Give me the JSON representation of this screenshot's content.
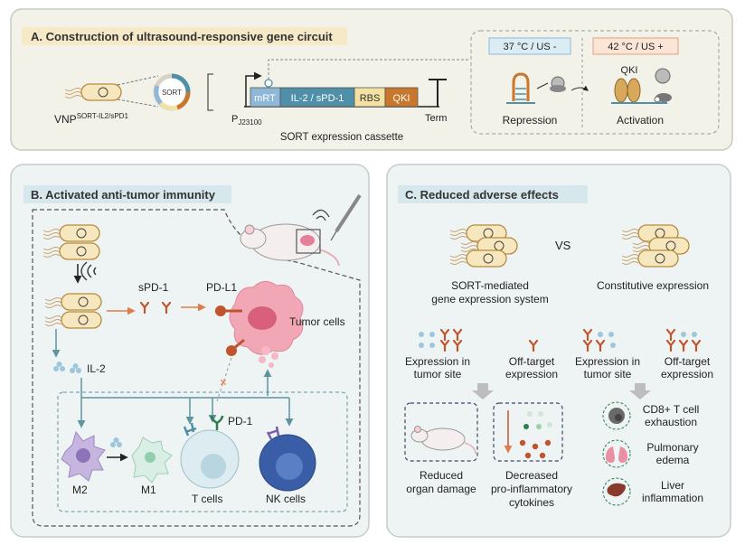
{
  "panel_a": {
    "title": "A. Construction of ultrasound-responsive gene circuit",
    "vnp_label": "VNP",
    "vnp_superscript": "SORT-IL2/sPD1",
    "plasmid_label": "SORT",
    "promoter_label": "P",
    "promoter_subscript": "J23100",
    "cassette": [
      "mRT",
      "IL-2 / sPD-1",
      "RBS",
      "QKI"
    ],
    "term_label": "Term",
    "cassette_caption": "SORT expression cassette",
    "cond_left": "37 °C / US -",
    "cond_right": "42 °C / US +",
    "qki_label": "QKI",
    "repression_label": "Repression",
    "activation_label": "Activation"
  },
  "panel_b": {
    "title": "B. Activated anti-tumor immunity",
    "spd1_label": "sPD-1",
    "pdl1_label": "PD-L1",
    "tumor_label": "Tumor cells",
    "il2_label": "IL-2",
    "pd1_label": "PD-1",
    "m2_label": "M2",
    "m1_label": "M1",
    "tcell_label": "T cells",
    "nkcell_label": "NK cells"
  },
  "panel_c": {
    "title": "C. Reduced adverse effects",
    "vs_label": "VS",
    "sort_system_line1": "SORT-mediated",
    "sort_system_line2": "gene expression system",
    "constitutive_label": "Constitutive expression",
    "left_expr_tumor_1": "Expression in",
    "left_expr_tumor_2": "tumor site",
    "left_offtarget_1": "Off-target",
    "left_offtarget_2": "expression",
    "right_expr_tumor_1": "Expression in",
    "right_expr_tumor_2": "tumor site",
    "right_offtarget_1": "Off-target",
    "right_offtarget_2": "expression",
    "reduced_1": "Reduced",
    "reduced_2": "organ damage",
    "decreased_1": "Decreased",
    "decreased_2": "pro-inflammatory",
    "decreased_3": "cytokines",
    "cd8_1": "CD8+ T cell",
    "cd8_2": "exhaustion",
    "pulm_1": "Pulmonary",
    "pulm_2": "edema",
    "liver_1": "Liver",
    "liver_2": "inflammation"
  },
  "colors": {
    "panel_a_bg": "#f2f2e9",
    "panel_bc_bg": "#eef3f3",
    "mrt": "#8fb8d8",
    "il2": "#4f90a8",
    "rbs": "#f3e1a2",
    "qki": "#c8772c",
    "arrow_teal": "#5e95a0",
    "arrow_orange": "#e07c4c",
    "tumor": "#f2a7b6",
    "antibody": "#c0552d"
  }
}
